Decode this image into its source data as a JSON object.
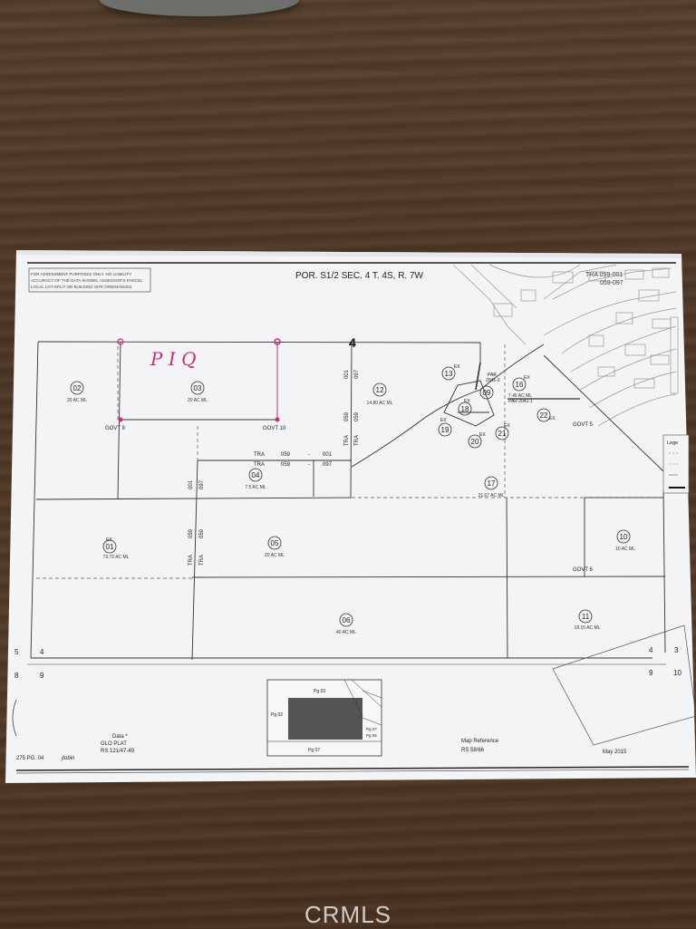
{
  "header": {
    "title": "POR. S1/2 SEC. 4 T. 4S, R. 7W",
    "tra_top": "TRA 059-001",
    "tra_top2": "059-097",
    "disclaimer": [
      "FOR ASSESSMENT PURPOSES ONLY. NO LIABILITY",
      "ACCURACY OF THE DATA SHOWN. ASSESSOR'S PARCEL",
      "LOCAL LOT-SPLIT OR BUILDING SITE ORDINANCES."
    ]
  },
  "section_number": "4",
  "annotation": {
    "handwritten": "P I Q"
  },
  "parcels": [
    {
      "id": "02",
      "area": "20 AC ML"
    },
    {
      "id": "03",
      "area": "20 AC ML"
    },
    {
      "id": "04",
      "area": "7.5 AC ML"
    },
    {
      "id": "05",
      "area": "20 AC ML"
    },
    {
      "id": "01",
      "area": "73.72 AC ML"
    },
    {
      "id": "06",
      "area": "40 AC ML"
    },
    {
      "id": "12",
      "area": "14.80 AC ML"
    },
    {
      "id": "17",
      "area": "21.67 AC ML"
    },
    {
      "id": "10",
      "area": "10 AC ML"
    },
    {
      "id": "11",
      "area": "18.15 AC ML"
    },
    {
      "id": "16",
      "area": "7.46 AC ML"
    },
    {
      "id": "13",
      "area": ""
    },
    {
      "id": "09",
      "area": ""
    },
    {
      "id": "18",
      "area": ""
    },
    {
      "id": "19",
      "area": ""
    },
    {
      "id": "20",
      "area": ""
    },
    {
      "id": "21",
      "area": ""
    },
    {
      "id": "22",
      "area": ""
    }
  ],
  "labels": {
    "govt9": "GOVT 9",
    "govt10": "GOVT 10",
    "govt5": "GOVT 5",
    "govt6": "GOVT 6",
    "tra_row1": [
      "TRA",
      "059",
      "-",
      "001"
    ],
    "tra_row2": [
      "TRA",
      "059",
      "-",
      "097"
    ],
    "ex": "EX",
    "par1": "PAR",
    "par1_num": "2041-2",
    "par2": "PAR 2041-1",
    "legend": "Lege"
  },
  "corners": {
    "left_top": [
      "5",
      "4"
    ],
    "left_bottom": [
      "8",
      "9"
    ],
    "right_top": [
      "4",
      "3"
    ],
    "right_bottom": [
      "9",
      "10"
    ]
  },
  "inset": {
    "pg03": "Pg 03",
    "pg02": "Pg 02",
    "pg07": "Pg 07",
    "pg05": "Pg 05",
    "pg27": "Pg 27"
  },
  "footer": {
    "data_label": "Data *",
    "glo": "GLO PLAT",
    "rs": "RS 121/47-49",
    "page": "275 PG. 04",
    "signature": "jtobin",
    "map_ref": "Map Reference",
    "map_ref_value": "RS 58/66",
    "date": "May 2015"
  },
  "watermark": "CRMLS"
}
